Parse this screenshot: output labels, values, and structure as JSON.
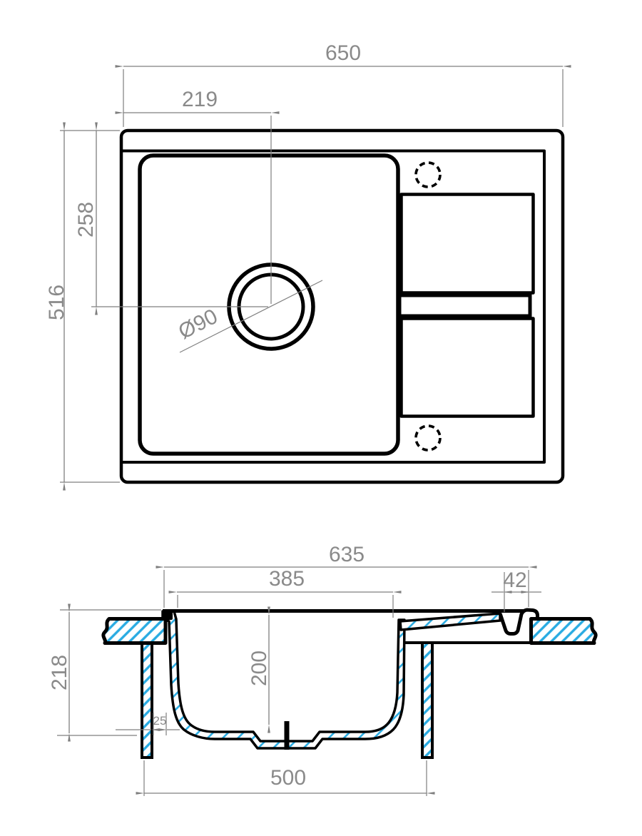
{
  "colors": {
    "line": "#000000",
    "dimension_line": "#7f7f7f",
    "dimension_text": "#8a8a8a",
    "hatch": "#29abe2",
    "background": "#ffffff"
  },
  "top_view": {
    "dimensions": {
      "overall_width": "650",
      "drain_offset_x": "219",
      "drain_offset_y": "258",
      "overall_depth": "516",
      "drain_diameter": "Ø90"
    }
  },
  "section_view": {
    "dimensions": {
      "overall_width": "635",
      "bowl_top_width": "385",
      "drainer_edge": "42",
      "overall_height": "218",
      "bowl_depth": "200",
      "bottom_offset": "25",
      "base_width": "500"
    }
  }
}
